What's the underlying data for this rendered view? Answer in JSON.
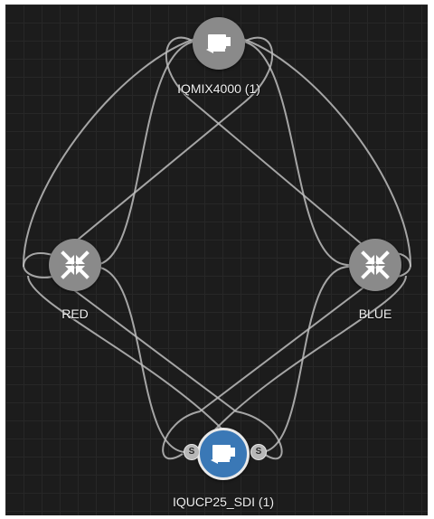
{
  "diagram": {
    "nodes": {
      "top": {
        "label": "IQMIX4000 (1)",
        "icon": "device-icon"
      },
      "left": {
        "label": "RED",
        "icon": "router-icon"
      },
      "right": {
        "label": "BLUE",
        "icon": "router-icon"
      },
      "bottom": {
        "label": "IQUCP25_SDI (1)",
        "icon": "device-icon",
        "selected": true,
        "ports": {
          "left": "S",
          "right": "S"
        }
      }
    },
    "colors": {
      "canvas": "#1c1c1c",
      "grid": "#272727",
      "node": "#8a8a8a",
      "selected_node": "#3a78b6",
      "link": "#bdbdbd"
    }
  }
}
